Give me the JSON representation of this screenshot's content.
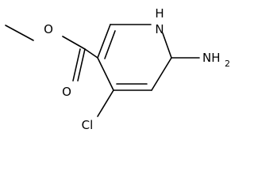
{
  "molecule": {
    "atoms": {
      "ester_o": "O",
      "carbonyl_o": "O",
      "ring_nh": "H",
      "ring_n": "N",
      "amine_n": "NH",
      "amine_sub": "2",
      "chlorine": "Cl"
    }
  }
}
